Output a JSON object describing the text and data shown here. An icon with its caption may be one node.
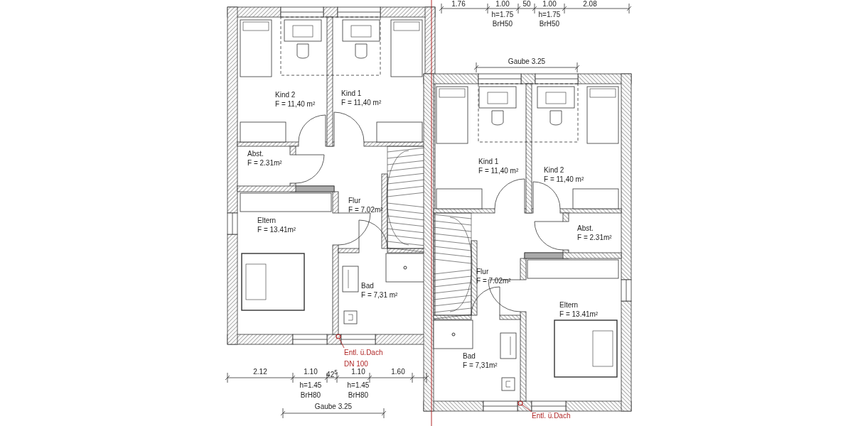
{
  "diagram": {
    "nodes": [
      {
        "text": [
          "Kind 2",
          "F = 11,40 m²"
        ]
      },
      {
        "text": [
          "Kind 1",
          "F = 11,40 m²"
        ]
      },
      {
        "text": [
          "Abst.",
          "F = 2.31m²"
        ]
      },
      {
        "text": [
          "Flur",
          "F = 7.02m²"
        ]
      },
      {
        "text": [
          "Eltern",
          "F = 13.41m²"
        ]
      },
      {
        "text": [
          "Bad",
          "F = 7,31 m²"
        ]
      },
      {
        "text": [
          "Entl. ü.Dach",
          "DN 100"
        ]
      },
      {
        "text": [],
        "shape": "circle"
      },
      {
        "text": [
          "Kind 1",
          "F = 11,40 m²"
        ]
      },
      {
        "text": [
          "Kind 2",
          "F = 11,40 m²"
        ]
      },
      {
        "text": [
          "Abst.",
          "F = 2.31m²"
        ]
      },
      {
        "text": [
          "Flur",
          "F = 7.02m²"
        ]
      },
      {
        "text": [
          "Eltern",
          "F = 13.41m²"
        ]
      },
      {
        "text": [
          "Bad",
          "F = 7,31m²"
        ]
      },
      {
        "text": [
          "Entl. ü.Dach"
        ]
      },
      {
        "text": [],
        "shape": "circle"
      }
    ],
    "edges": [
      {
        "from": 6,
        "to": 7,
        "arrow": "none"
      },
      {
        "from": 14,
        "to": 15,
        "arrow": "none"
      }
    ],
    "labels": [
      "1.76",
      "1.00",
      "50",
      "1.00",
      "2.08",
      "h=1.75",
      "BrH50",
      "h=1.75",
      "BrH50",
      "Gaube 3.25",
      "2.12",
      "1.10",
      "42$^{5}$",
      "1.10",
      "1.60",
      "h=1.45",
      "BrH80",
      "h=1.45",
      "BrH80",
      "Gaube 3.25"
    ]
  }
}
